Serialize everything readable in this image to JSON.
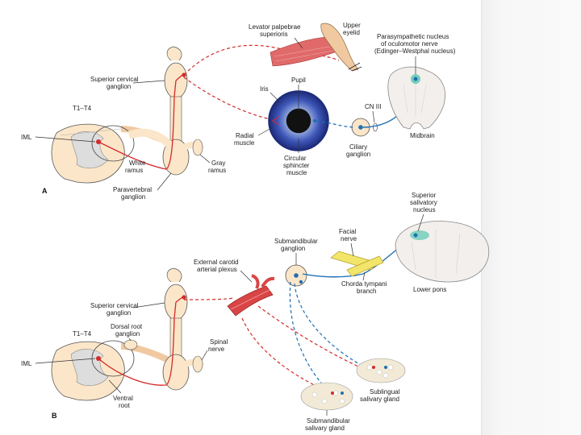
{
  "panel_a": {
    "letter": "A",
    "labels": {
      "levator": [
        "Levator palpebrae",
        "superioris"
      ],
      "upper_eyelid": [
        "Upper",
        "eyelid"
      ],
      "parasympathetic_nucleus": [
        "Parasympathetic nucleus",
        "of oculomotor nerve",
        "(Edinger–Westphal nucleus)"
      ],
      "superior_cervical": [
        "Superior cervical",
        "ganglion"
      ],
      "t1t4": "T1–T4",
      "iml": "IML",
      "white_ramus": [
        "White",
        "ramus"
      ],
      "gray_ramus": [
        "Gray",
        "ramus"
      ],
      "paravertebral": [
        "Paravertebral",
        "ganglion"
      ],
      "pupil": "Pupil",
      "iris": "Iris",
      "radial_muscle": [
        "Radial",
        "muscle"
      ],
      "circular_sphincter": [
        "Circular",
        "sphincter",
        "muscle"
      ],
      "cn3": "CN III",
      "ciliary_ganglion": [
        "Ciliary",
        "ganglion"
      ],
      "midbrain": "Midbrain"
    }
  },
  "panel_b": {
    "letter": "B",
    "labels": {
      "superior_salivatory": [
        "Superior",
        "salivatory",
        "nucleus"
      ],
      "facial_nerve": [
        "Facial",
        "nerve"
      ],
      "submandibular_ganglion": [
        "Submandibular",
        "ganglion"
      ],
      "external_carotid": [
        "External carotid",
        "arterial plexus"
      ],
      "chorda_tympani": [
        "Chorda tympani",
        "branch"
      ],
      "lower_pons": "Lower pons",
      "superior_cervical": [
        "Superior cervical",
        "ganglion"
      ],
      "t1t4": "T1–T4",
      "dorsal_root": [
        "Dorsal root",
        "ganglion"
      ],
      "spinal_nerve": [
        "Spinal",
        "nerve"
      ],
      "iml": "IML",
      "ventral_root": [
        "Ventral",
        "root"
      ],
      "sublingual": [
        "Sublingual",
        "salivary gland"
      ],
      "submandibular_gland": [
        "Submandibular",
        "salivary gland"
      ]
    }
  },
  "colors": {
    "sympathetic": "#d42a2a",
    "parasympathetic": "#1f6fb2",
    "ganglion_fill": "#fbe6c9",
    "nerve_yellow": "#f2e56a",
    "nucleus_green": "#3fc1a6",
    "brain_fill": "#f3efec"
  }
}
